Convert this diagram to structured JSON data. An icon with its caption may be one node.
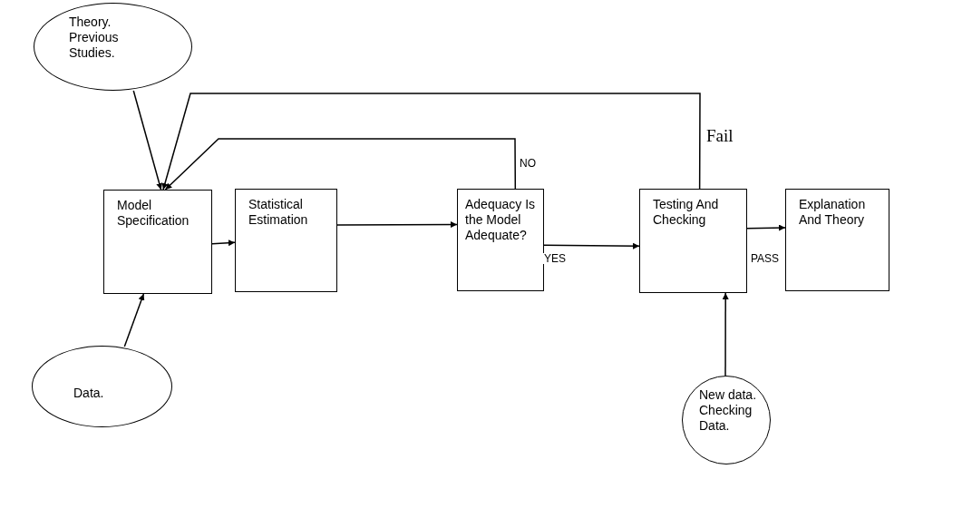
{
  "diagram": {
    "nodes": [
      {
        "text": [
          "Theory. Previous Studies."
        ]
      },
      {
        "text": [
          "Model Specification"
        ]
      },
      {
        "text": [
          "Statistical Estimation"
        ]
      },
      {
        "text": [
          "Adequacy Is the Model Adequate?"
        ]
      },
      {
        "text": [
          "Testing And Checking"
        ]
      },
      {
        "text": [
          "Explanation And Theory"
        ]
      },
      {
        "text": [
          "Data."
        ]
      },
      {
        "text": [
          "New data. Checking Data."
        ]
      }
    ],
    "edges": [
      {
        "from": 0,
        "to": 1,
        "arrow": "to"
      },
      {
        "from": 6,
        "to": 1,
        "arrow": "to"
      },
      {
        "from": 1,
        "to": 2,
        "arrow": "to"
      },
      {
        "from": 2,
        "to": 3,
        "arrow": "to"
      },
      {
        "from": 3,
        "to": 4,
        "arrow": "to",
        "label": "YES"
      },
      {
        "from": 3,
        "to": 1,
        "arrow": "to",
        "label": "NO"
      },
      {
        "from": 4,
        "to": 1,
        "arrow": "to",
        "label": "Fail"
      },
      {
        "from": 4,
        "to": 5,
        "arrow": "to",
        "label": "PASS"
      },
      {
        "from": 7,
        "to": 4,
        "arrow": "to"
      }
    ]
  }
}
